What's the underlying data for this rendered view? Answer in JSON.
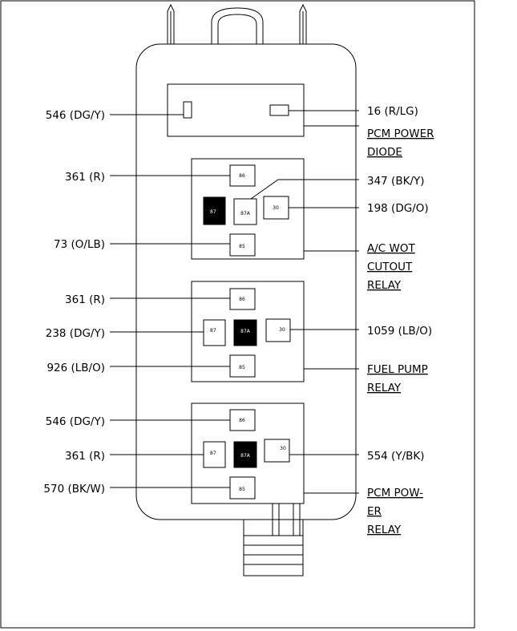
{
  "diode": {
    "left_wire": "546 (DG/Y)",
    "right_wire": "16 (R/LG)",
    "title_line1": "PCM POWER",
    "title_line2": "DIODE"
  },
  "relay1": {
    "wires": {
      "w86": "361 (R)",
      "w87a": "347 (BK/Y)",
      "w30": "198 (DG/O)",
      "w85": "73 (O/LB)"
    },
    "pins": {
      "p86": "86",
      "p87": "87",
      "p87a": "87A",
      "p30": "30",
      "p85": "85"
    },
    "title_line1": "A/C WOT",
    "title_line2": "CUTOUT",
    "title_line3": "RELAY"
  },
  "relay2": {
    "wires": {
      "w86": "361 (R)",
      "w87": "238 (DG/Y)",
      "w30": "1059 (LB/O)",
      "w85": "926 (LB/O)"
    },
    "pins": {
      "p86": "86",
      "p87": "87",
      "p87a": "87A",
      "p30": "30",
      "p85": "85"
    },
    "title_line1": "FUEL PUMP",
    "title_line2": "RELAY"
  },
  "relay3": {
    "wires": {
      "w86": "546 (DG/Y)",
      "w87": "361 (R)",
      "w30": "554 (Y/BK)",
      "w85": "570 (BK/W)"
    },
    "pins": {
      "p86": "86",
      "p87": "87",
      "p87a": "87A",
      "p30": "30",
      "p85": "85"
    },
    "title_line1": "PCM POW-",
    "title_line2": "ER",
    "title_line3": "RELAY"
  }
}
